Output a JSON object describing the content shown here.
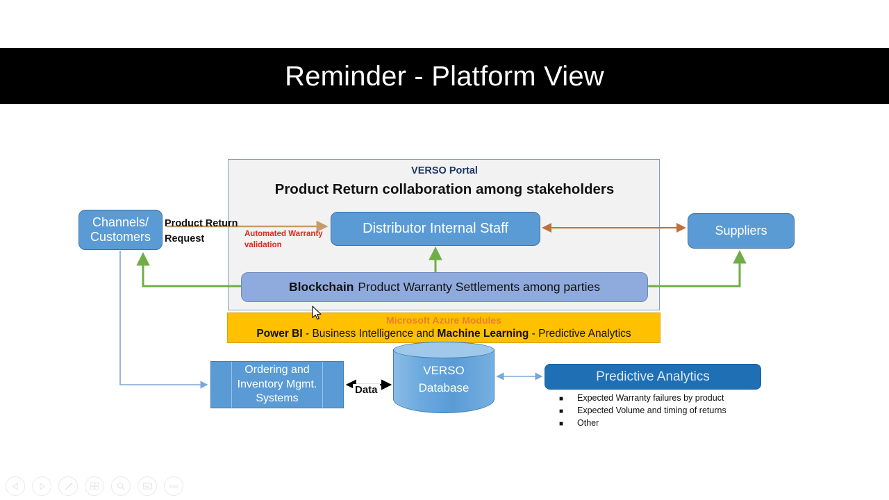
{
  "slide": {
    "title": "Reminder - Platform View",
    "title_bg": "#000000",
    "title_color": "#ffffff"
  },
  "portal": {
    "label": "VERSO Portal",
    "label_color": "#1f3864",
    "title": "Product Return collaboration among stakeholders",
    "bg": "#f2f2f2",
    "border": "#7f9db9"
  },
  "nodes": {
    "channels": {
      "line1": "Channels/",
      "line2": "Customers",
      "color": "#5b9bd5"
    },
    "distributor": {
      "label": "Distributor Internal Staff",
      "color": "#5b9bd5"
    },
    "suppliers": {
      "label": "Suppliers",
      "color": "#5b9bd5"
    },
    "blockchain": {
      "strong": "Blockchain",
      "rest": "Product Warranty Settlements among parties",
      "color": "#8faadc"
    },
    "azure": {
      "heading": "Microsoft Azure Modules",
      "heading_color": "#ed7d31",
      "sub_a": "Power BI",
      "sub_b": " - Business Intelligence and ",
      "sub_c": "Machine Learning",
      "sub_d": " - Predictive Analytics",
      "color": "#ffc000"
    },
    "ordering": {
      "line1": "Ordering and",
      "line2": "Inventory Mgmt.",
      "line3": "Systems",
      "color": "#5b9bd5"
    },
    "database": {
      "line1": "VERSO",
      "line2": "Database",
      "color": "#5b9bd5"
    },
    "predictive": {
      "label": "Predictive Analytics",
      "color": "#1f6fb5"
    }
  },
  "predictive_bullets": [
    "Expected Warranty failures by product",
    "Expected Volume and timing of returns",
    "Other"
  ],
  "labels": {
    "product_return_request_l1": "Product Return",
    "product_return_request_l2": "Request",
    "automated_warranty_l1": "Automated Warranty",
    "automated_warranty_l2": "validation",
    "automated_warranty_color": "#e8251a",
    "data": "Data"
  },
  "connector_colors": {
    "request_arrow": "#c69c6d",
    "supplier_arrow": "#c0703a",
    "blockchain_arrow": "#70ad47",
    "light_blue": "#7ba7d7",
    "data_arrow": "#000000"
  },
  "toolbar": {
    "items": [
      {
        "name": "previous-slide",
        "icon": "triangle-left-icon"
      },
      {
        "name": "next-slide",
        "icon": "triangle-right-icon"
      },
      {
        "name": "pen-annotate",
        "icon": "pen-icon"
      },
      {
        "name": "slide-grid",
        "icon": "grid-icon"
      },
      {
        "name": "zoom-slide",
        "icon": "magnifier-icon"
      },
      {
        "name": "presentation-view",
        "icon": "screen-icon"
      },
      {
        "name": "more-options",
        "icon": "ellipsis-icon"
      }
    ]
  }
}
